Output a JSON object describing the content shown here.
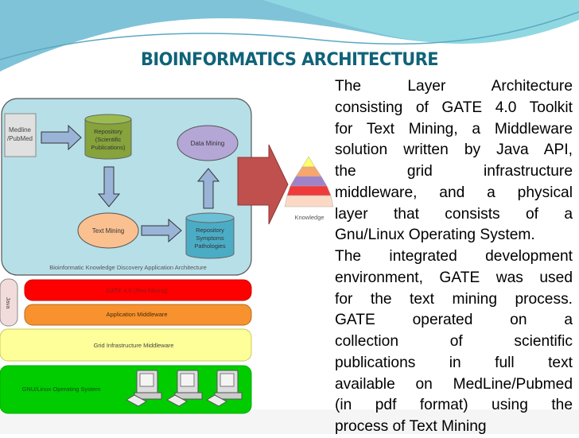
{
  "slide": {
    "title": "BIOINFORMATICS ARCHITECTURE",
    "body_lines": [
      {
        "text": "The Layer Architecture",
        "last": false
      },
      {
        "text": "consisting of GATE 4.0 Toolkit",
        "last": false
      },
      {
        "text": "for Text Mining, a Middleware",
        "last": false
      },
      {
        "text": "solution written by Java API,",
        "last": false
      },
      {
        "text": "the grid infrastructure",
        "last": false
      },
      {
        "text": "middleware, and a physical",
        "last": false
      },
      {
        "text": "layer that consists of a",
        "last": false
      },
      {
        "text": "Gnu/Linux Operating System.",
        "last": true
      },
      {
        "text": "The integrated development",
        "last": false
      },
      {
        "text": "environment, GATE was used",
        "last": false
      },
      {
        "text": "for the text mining process.",
        "last": false
      },
      {
        "text": "GATE operated on a",
        "last": false
      },
      {
        "text": "collection of scientific",
        "last": false
      },
      {
        "text": "publications in full text",
        "last": false
      },
      {
        "text": "available on MedLine/Pubmed",
        "last": false
      },
      {
        "text": "(in pdf format) using the",
        "last": false
      },
      {
        "text": "process of Text Mining",
        "last": true
      }
    ]
  },
  "diagram": {
    "source": [
      "Medline",
      "/PubMed"
    ],
    "repo_sci": [
      "Repository",
      "(Scientific",
      "Publications)"
    ],
    "text_mining": "Text Mining",
    "repo_sym": [
      "Repository",
      "Symptoms",
      "Pathologies"
    ],
    "data_mining": "Data Mining",
    "caption": "Bioinformatic Knowledge Discovery Application Architecture",
    "knowledge": "Knowledge",
    "java": "Java",
    "layers": {
      "gate": "GATE 4.0 (Text Mining)",
      "app_mw": "Application Middleware",
      "grid_mw": "Grid Infrastructure Middleware",
      "os": "GNU/Linux Operating System"
    },
    "colors": {
      "panel": "#b7dfe8",
      "gate": "#ff0000",
      "app_mw": "#f7922e",
      "grid_mw": "#ffff99",
      "os": "#00cc00",
      "big_arrow": "#c0504d",
      "title": "#0f6379"
    }
  }
}
